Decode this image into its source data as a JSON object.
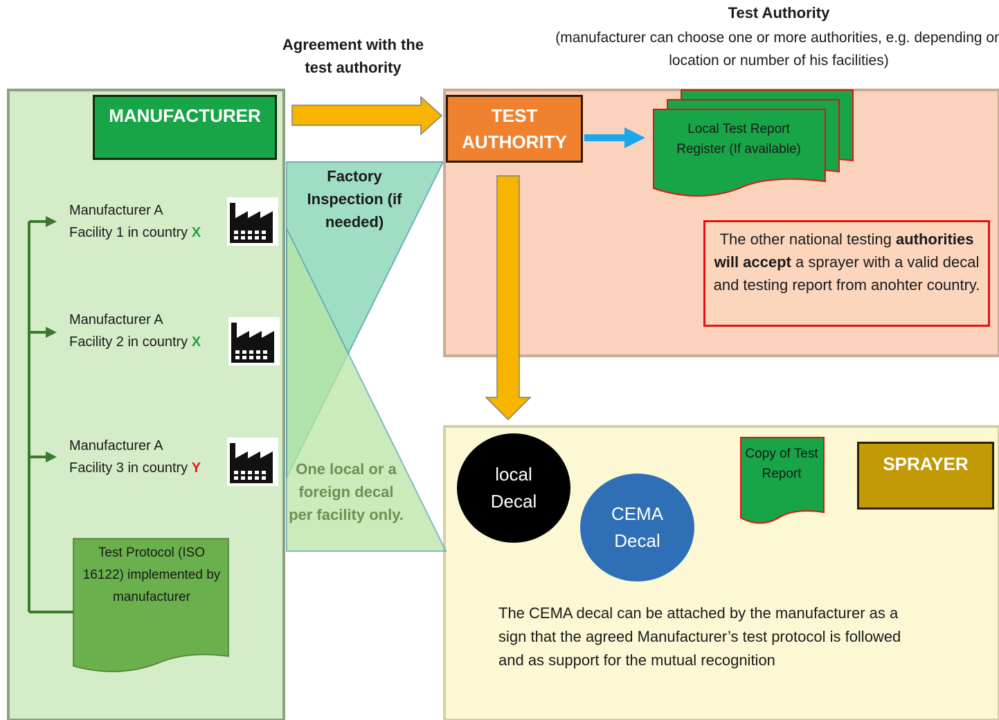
{
  "header": {
    "test_authority_title": "Test Authority",
    "test_authority_subtitle": "(manufacturer can choose one or more authorities, e.g. depending on location or number of his facilities)",
    "agreement_label": "Agreement with the test authority"
  },
  "manufacturer": {
    "label": "MANUFACTURER",
    "facilities": [
      {
        "line1": "Manufacturer A",
        "line2_prefix": "Facility 1 in country ",
        "country": "X"
      },
      {
        "line1": "Manufacturer A",
        "line2_prefix": "Facility 2 in country ",
        "country": "X"
      },
      {
        "line1": "Manufacturer A",
        "line2_prefix": "Facility 3 in country ",
        "country": "Y"
      }
    ],
    "test_protocol": "Test Protocol (ISO 16122) implemented by manufacturer"
  },
  "middle": {
    "factory_inspection": "Factory Inspection (if needed)",
    "decal_per_facility": "One local or a foreign decal per facility only."
  },
  "test_authority": {
    "label": "TEST AUTHORITY",
    "register": "Local Test Report Register (If available)",
    "note_part1": "The other national testing",
    "note_bold": "authorities will accept",
    "note_part2": "a sprayer with a valid decal and testing report from anohter country."
  },
  "sprayer_area": {
    "sprayer_label": "SPRAYER",
    "copy_report": "Copy of Test Report",
    "local_decal": "local Decal",
    "cema_decal": "CEMA Decal",
    "cema_note": "The CEMA decal can be attached by the manufacturer as a sign that the agreed Manufacturer’s test protocol is followed and as support for the mutual recognition"
  },
  "colors": {
    "manufacturer_panel": "#d5ecc8",
    "manufacturer_box": "#17a547",
    "test_authority_panel": "#fbd3bd",
    "test_authority_box": "#f0812f",
    "sprayer_panel": "#fbf8d3",
    "sprayer_box": "#c29a06",
    "arrow_orange": "#f7b500",
    "arrow_blue": "#1aa7ec",
    "document_green": "#17a547",
    "note_border": "#e21212"
  }
}
